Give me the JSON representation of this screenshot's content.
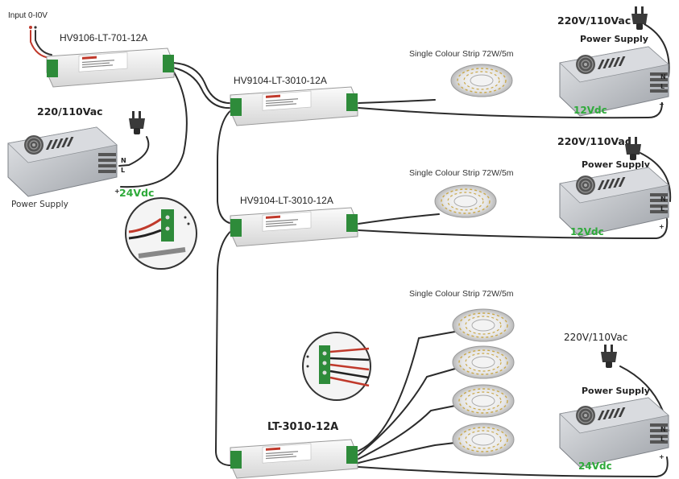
{
  "colors": {
    "wire": "#2b2b2b",
    "wire_red": "#c0392b",
    "green_text": "#2eaa3a",
    "controller_body": "#eeeeee",
    "psu_body": "#c9ccd1"
  },
  "labels": {
    "input": "Input 0-I0V",
    "controller_701": "HV9106-LT-701-12A",
    "decoder_1": "HV9104-LT-3010-12A",
    "decoder_2": "HV9104-LT-3010-12A",
    "decoder_3": "LT-3010-12A",
    "mains_left": "220/110Vac",
    "psu_left": "Power Supply",
    "vdc_left": "24Vdc",
    "mains_1": "220V/110Vac",
    "psu_1": "Power Supply",
    "vdc_1": "12Vdc",
    "mains_2": "220V/110Vac",
    "psu_2": "Power Supply",
    "vdc_2": "12Vdc",
    "mains_3": "220V/110Vac",
    "psu_3": "Power Supply",
    "vdc_3": "24Vdc",
    "strip_1": "Single Colour Strip 72W/5m",
    "strip_2": "Single Colour Strip 72W/5m",
    "strip_3": "Single Colour Strip 72W/5m",
    "terminal_n": "N",
    "terminal_l": "L",
    "terminal_minus": "−",
    "terminal_plus": "+"
  },
  "icons": {
    "plug": "plug-icon",
    "led_reel": "led-strip-reel-icon",
    "fan": "fan-icon",
    "terminal_zoom": "terminal-zoom-icon"
  }
}
